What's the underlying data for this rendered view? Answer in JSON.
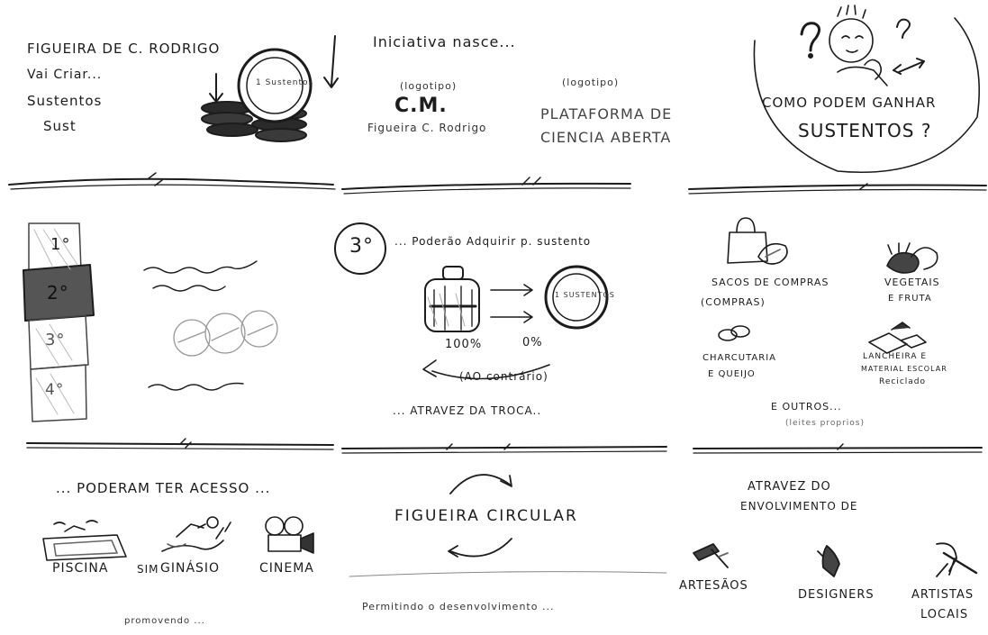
{
  "colors": {
    "ink": "#1c1c1c",
    "paper": "#ffffff",
    "shade": "#555555"
  },
  "panel1": {
    "title": "FIGUEIRA DE C. RODRIGO",
    "line1": "Vai Criar...",
    "line2": "Sustentos",
    "line3": "Sust",
    "coin_label": "1 Sustentos",
    "icons": [
      "coin-icon",
      "coin-stack-icon",
      "arrow-down-icon"
    ]
  },
  "panel2": {
    "heading": "Iniciativa nasce...",
    "logo_left_tag": "(logotipo)",
    "logo_left_mark": "C.M.",
    "logo_left_caption": "Figueira C. Rodrigo",
    "logo_right_tag": "(logotipo)",
    "logo_right_line1": "PLATAFORMA DE",
    "logo_right_line2": "CIENCIA ABERTA"
  },
  "panel3": {
    "line1": "COMO PODEM GANHAR",
    "line2": "SUSTENTOS ?",
    "icons": [
      "thinking-person-icon",
      "question-mark-icon",
      "double-arrow-icon"
    ]
  },
  "panel4": {
    "tiers": [
      "1°",
      "2°",
      "3°",
      "4°"
    ],
    "icons": [
      "scribble-icon",
      "circles-icon"
    ]
  },
  "panel5": {
    "badge": "3°",
    "heading": "... Poderão Adquirir p. sustento",
    "coin_label": "1 SUSTENTOS",
    "pct_left": "100%",
    "pct_right": "0%",
    "back_label": "(AO contrário)",
    "footer": "... ATRAVEZ DA TROCA..",
    "icons": [
      "backpack-icon",
      "coin-icon",
      "arrow-right-icon"
    ]
  },
  "panel6": {
    "item1_line1": "SACOS DE COMPRAS",
    "item1_line2": "(COMPRAS)",
    "item2_line1": "VEGETAIS",
    "item2_line2": "E FRUTA",
    "item3_line1": "CHARCUTARIA",
    "item3_line2": "E QUEIJO",
    "item4_line1": "LANCHEIRA E",
    "item4_line2": "MATERIAL ESCOLAR",
    "item4_line3": "Reciclado",
    "others": "E OUTROS...",
    "others_note": "(leites proprios)",
    "icons": [
      "shopping-bag-icon",
      "vegetables-icon",
      "cheese-icon",
      "lunchbox-icon"
    ]
  },
  "panel7": {
    "heading": "... PODERAM TER ACESSO ...",
    "label_pool": "PISCINA",
    "label_gym_prefix": "SIM",
    "label_gym": "GINÁSIO",
    "label_cinema": "CINEMA",
    "footer": "promovendo ...",
    "icons": [
      "swimming-pool-icon",
      "gym-icon",
      "film-camera-icon"
    ]
  },
  "panel8": {
    "title": "FIGUEIRA CIRCULAR",
    "footer": "Permitindo o desenvolvimento ...",
    "icons": [
      "cycle-arrows-icon"
    ]
  },
  "panel9": {
    "heading_line1": "ATRAVEZ DO",
    "heading_line2": "ENVOLVIMENTO DE",
    "label1": "ARTESÃOS",
    "label2": "DESIGNERS",
    "label3_line1": "ARTISTAS",
    "label3_line2": "LOCAIS",
    "icons": [
      "hammer-icon",
      "pen-nib-icon",
      "brush-icon"
    ]
  }
}
